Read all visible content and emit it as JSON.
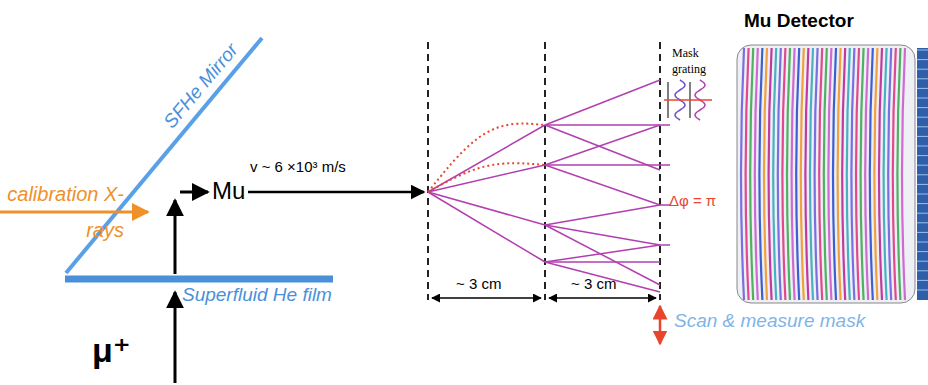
{
  "diagram": {
    "labels": [
      "SFHe Mirror",
      "calibration X-rays",
      "Superfluid He film",
      "μ⁺",
      "Mu",
      "v ~ 6 ×10³ m/s",
      "~ 3 cm",
      "~ 3 cm",
      "Mask grating",
      "Δφ = π",
      "Mu Detector",
      "Scan & measure mask"
    ]
  }
}
